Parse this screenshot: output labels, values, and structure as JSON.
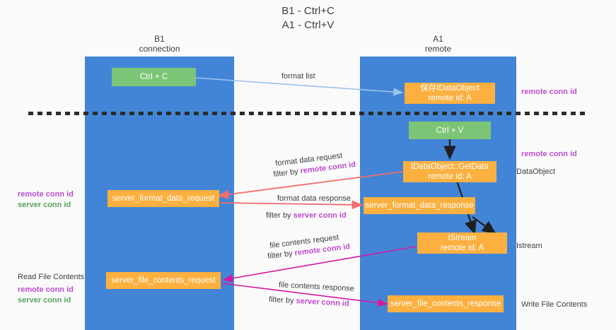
{
  "title": {
    "line1": "B1 - Ctrl+C",
    "line2": "A1 - Ctrl+V"
  },
  "columns": [
    {
      "name": "B1",
      "role": "connection"
    },
    {
      "name": "A1",
      "role": "remote"
    }
  ],
  "boxes": {
    "ctrl_c": "Ctrl + C",
    "ctrl_v": "Ctrl + V",
    "idataobject_title": "保存IDataObject",
    "idataobject_sub": "remote id: A",
    "getdata_title": "IDataObject::GetData",
    "getdata_sub": "remote id: A",
    "istream_title": "IStream",
    "istream_sub": "remote id: A",
    "server_format_data_request": "server_format_data_request",
    "server_format_data_response": "server_format_data_response",
    "server_file_contents_request": "server_file_contents_request",
    "server_file_contents_response": "server_file_contents_response"
  },
  "arrow_labels": {
    "format_list": "format list",
    "format_data_request": "format data request",
    "format_data_request_filter_pre": "filter by ",
    "format_data_request_filter_key": "remote conn id",
    "format_data_response": "format data response",
    "format_data_response_filter_pre": "filter by ",
    "format_data_response_filter_key": "server conn id",
    "file_contents_request": "file contents request",
    "file_contents_request_filter_pre": "filter by ",
    "file_contents_request_filter_key": "remote conn id",
    "file_contents_response": "file contents response",
    "file_contents_response_filter_pre": "filter by ",
    "file_contents_response_filter_key": "server conn id"
  },
  "side_labels": {
    "right_remote_conn_id_top": "remote conn id",
    "right_remote_conn_id_mid": "remote conn id",
    "right_dataobject": "DataObject",
    "right_istream": "Istream",
    "right_write_file_contents": "Write File Contents",
    "left_read_file_contents": "Read File Contents",
    "left_remote_conn_id_a": "remote conn id",
    "left_server_conn_id_a": "server conn id",
    "left_remote_conn_id_b": "remote conn id",
    "left_server_conn_id_b": "server conn id"
  },
  "colors": {
    "lane": "#4285d6",
    "green_box": "#7cc576",
    "orange_box": "#fbb040",
    "remote_key": "#bb4fd0",
    "server_key": "#5aa55a",
    "arrow_blue": "#9cc3ea",
    "arrow_red": "#f26d6d",
    "arrow_magenta": "#d6189e",
    "arrow_black": "#1f1f1f",
    "background": "#fafafa"
  }
}
